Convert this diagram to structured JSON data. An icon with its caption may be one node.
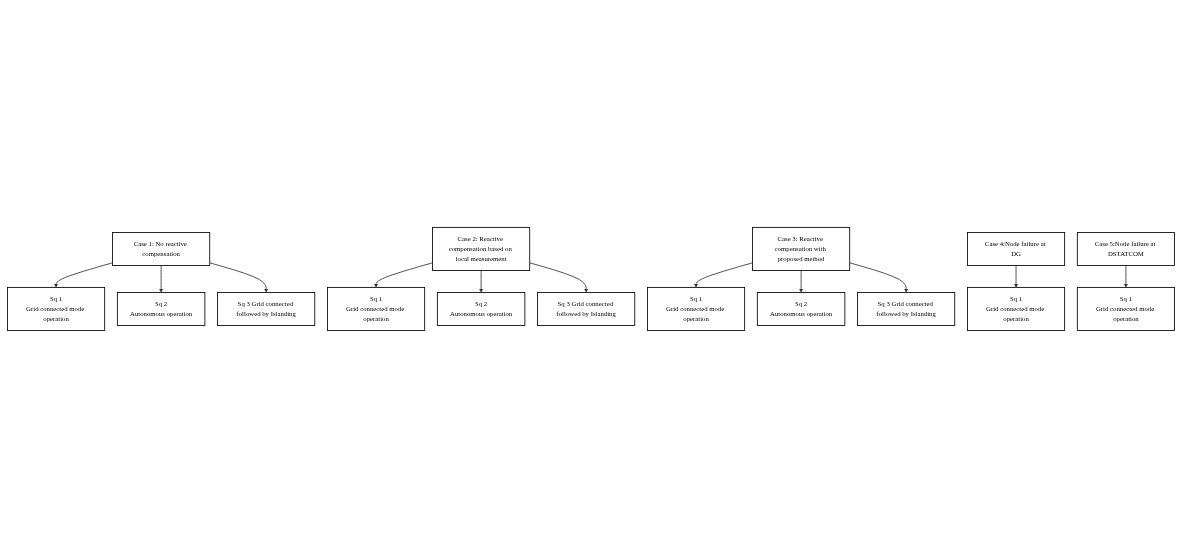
{
  "diagram": {
    "nodes": [
      {
        "text": [
          "Case 1: No reactive compensation"
        ]
      },
      {
        "text": [
          "Case 2: Reactive compensation based on local measurement"
        ]
      },
      {
        "text": [
          "Case 3: Reactive compensation with proposed method"
        ]
      },
      {
        "text": [
          "Case 4:Node failure at DG"
        ]
      },
      {
        "text": [
          "Case 5:Node failure at DSTATCOM"
        ]
      },
      {
        "text": [
          "Sq 1",
          "Grid connected mode operation"
        ]
      },
      {
        "text": [
          "Sq 1",
          "Grid connected mode operation"
        ]
      },
      {
        "text": [
          "Sq 1",
          "Grid connected mode operation"
        ]
      },
      {
        "text": [
          "Sq 1",
          "Grid connected mode operation"
        ]
      },
      {
        "text": [
          "Sq 2",
          "Autonomous operation"
        ]
      },
      {
        "text": [
          "Sq 2",
          "Autonomous operation"
        ]
      },
      {
        "text": [
          "Sq 2",
          "Autonomous operation"
        ]
      },
      {
        "text": [
          "Sq 1",
          "Grid connected mode operation"
        ]
      },
      {
        "text": [
          "Sq 3 Grid connected followed by Islanding"
        ]
      },
      {
        "text": [
          "Sq 3 Grid connected followed by Islanding"
        ]
      },
      {
        "text": [
          "Sq 3 Grid connected followed by Islanding"
        ]
      }
    ],
    "edges": [
      {
        "from": 0,
        "to": 5,
        "arrow": "to"
      },
      {
        "from": 0,
        "to": 9,
        "arrow": "to"
      },
      {
        "from": 0,
        "to": 13,
        "arrow": "to"
      },
      {
        "from": 1,
        "to": 6,
        "arrow": "to"
      },
      {
        "from": 1,
        "to": 10,
        "arrow": "to"
      },
      {
        "from": 1,
        "to": 14,
        "arrow": "to"
      },
      {
        "from": 2,
        "to": 7,
        "arrow": "to"
      },
      {
        "from": 2,
        "to": 11,
        "arrow": "to"
      },
      {
        "from": 2,
        "to": 15,
        "arrow": "to"
      },
      {
        "from": 3,
        "to": 8,
        "arrow": "to"
      },
      {
        "from": 4,
        "to": 12,
        "arrow": "to"
      }
    ]
  }
}
